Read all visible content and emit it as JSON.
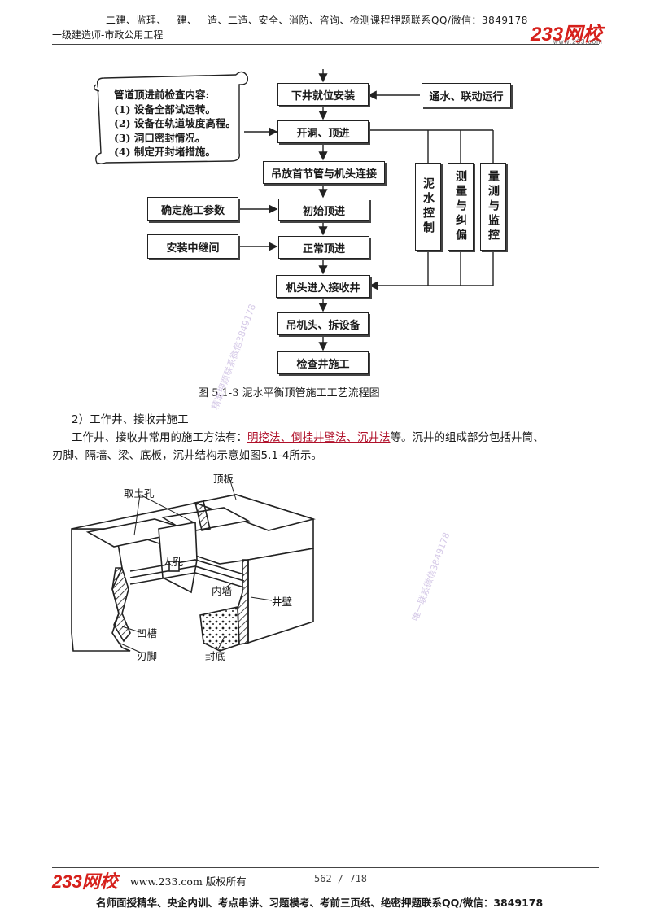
{
  "header": {
    "top_line": "二建、监理、一建、一造、二造、安全、消防、咨询、检测课程押题联系QQ/微信：3849178",
    "subtitle": "一级建造师-市政公用工程",
    "logo": "233网校",
    "logo_sub": "www.233.com"
  },
  "flowchart": {
    "scroll_title": "管道顶进前检查内容:",
    "scroll_items": [
      "(1) 设备全部试运转。",
      "(2) 设备在轨道坡度高程。",
      "(3) 洞口密封情况。",
      "(4) 制定开封堵措施。"
    ],
    "main_steps": [
      "下井就位安装",
      "开洞、顶进",
      "吊放首节管与机头连接",
      "初始顶进",
      "正常顶进",
      "机头进入接收井",
      "吊机头、拆设备",
      "检查井施工"
    ],
    "side_steps": [
      "通水、联动运行",
      "确定施工参数",
      "安装中继间"
    ],
    "vertical_steps": [
      "泥水控制",
      "测量与纠偏",
      "量测与监控"
    ],
    "caption": "图 5.1-3   泥水平衡顶管施工工艺流程图"
  },
  "section": {
    "heading": "2）工作井、接收井施工",
    "para_prefix": "工作井、接收井常用的施工方法有：",
    "methods": [
      "明挖法",
      "倒挂井壁法",
      "沉井法"
    ],
    "method_sep": "、",
    "para_suffix": "等。沉井的组成部分包括井筒、",
    "para_line2": "刃脚、隔墙、梁、底板，沉井结构示意如图5.1-4所示。"
  },
  "diagram_labels": {
    "soil_hole": "取土孔",
    "top_slab": "顶板",
    "manhole": "人孔",
    "inner_wall": "内墙",
    "shaft_wall": "井壁",
    "groove": "凹槽",
    "cutting_edge": "刃脚",
    "bottom_seal": "封底"
  },
  "watermarks": [
    "精准押题联系微信3849178",
    "唯一联系微信3849178"
  ],
  "footer": {
    "logo": "233网校",
    "site": "www.233.com 版权所有",
    "page": "562 / 718",
    "bottom_line": "名师面授精华、央企内训、考点串讲、习题模考、考前三页纸、绝密押题联系QQ/微信：3849178"
  },
  "colors": {
    "brand": "#d6201b",
    "highlight": "#b0102a",
    "watermark": "#c8b8e0"
  }
}
